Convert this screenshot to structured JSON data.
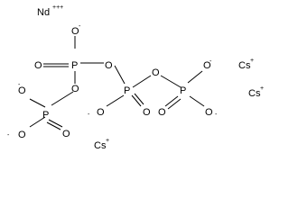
{
  "ions": {
    "nd": {
      "symbol": "Nd",
      "charge": "+++"
    },
    "cs1": {
      "symbol": "Cs",
      "charge": "+"
    },
    "cs2": {
      "symbol": "Cs",
      "charge": "+"
    },
    "cs3": {
      "symbol": "Cs",
      "charge": "+"
    }
  },
  "atoms": {
    "P": "P",
    "O": "O",
    "neg": "-"
  }
}
